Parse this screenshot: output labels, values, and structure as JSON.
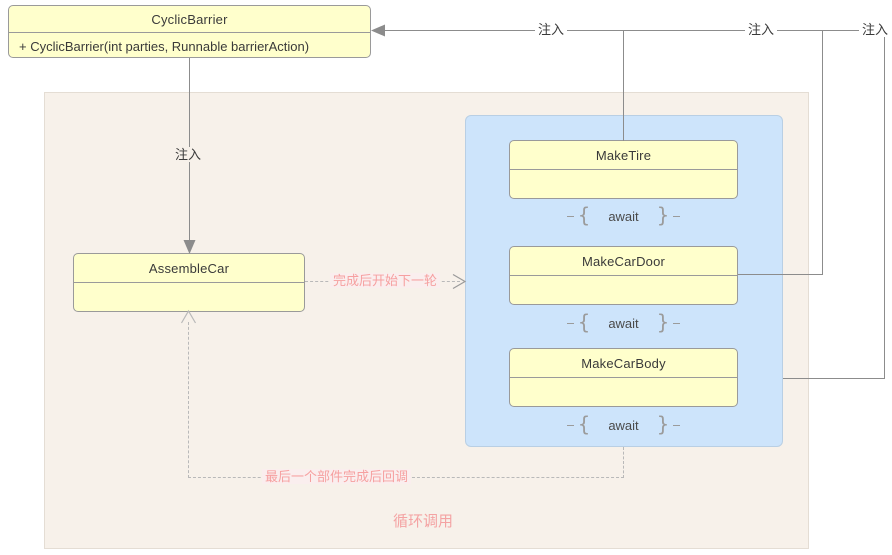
{
  "diagram": {
    "title_caption": "循环调用",
    "classes": {
      "cyclic_barrier": {
        "name": "CyclicBarrier",
        "member": "+ CyclicBarrier(int parties, Runnable barrierAction)"
      },
      "assemble_car": {
        "name": "AssembleCar",
        "member": ""
      },
      "make_tire": {
        "name": "MakeTire",
        "member": ""
      },
      "make_car_door": {
        "name": "MakeCarDoor",
        "member": ""
      },
      "make_car_body": {
        "name": "MakeCarBody",
        "member": ""
      }
    },
    "notes": {
      "await_tire": "await",
      "await_door": "await",
      "await_body": "await"
    },
    "edge_labels": {
      "inject_assemble": "注入",
      "inject_tire": "注入",
      "inject_door": "注入",
      "inject_body": "注入",
      "next_round": "完成后开始下一轮",
      "callback": "最后一个部件完成后回调"
    },
    "colors": {
      "class_fill": "#ffffcc",
      "class_stroke": "#9a9a9a",
      "panel_beige": "#f7f1ea",
      "panel_blue": "#cde4fb",
      "accent_red": "#f4a3a3",
      "line": "#8c8c8c"
    }
  }
}
